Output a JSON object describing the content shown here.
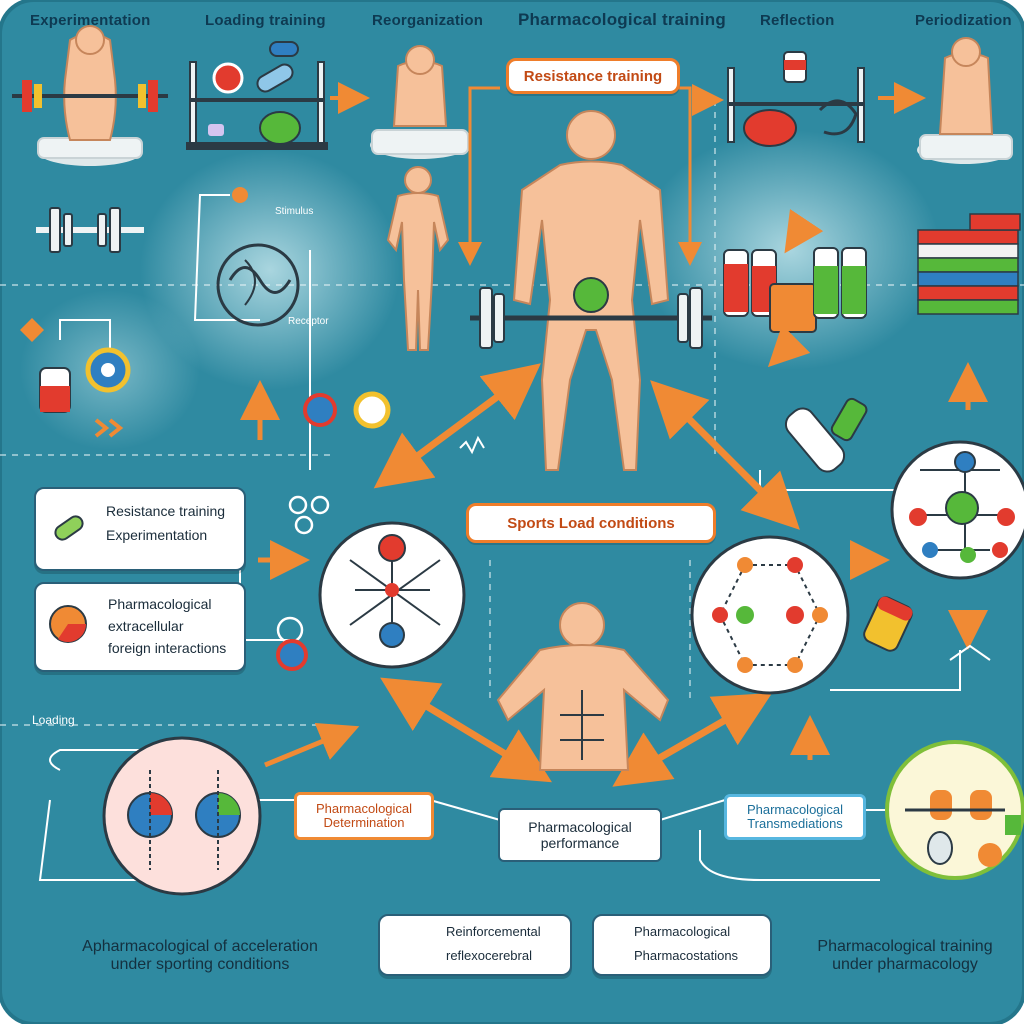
{
  "headers": [
    "Experimentation",
    "Loading training",
    "Reorganization",
    "Pharmacological training",
    "Reflection",
    "Periodization"
  ],
  "pills": {
    "top": "Resistance training",
    "middle": "Sports Load conditions"
  },
  "small_labels": {
    "stimulus": "Stimulus",
    "receptor": "Receptor",
    "loading": "Loading"
  },
  "cards": {
    "card1": {
      "line1": "Resistance training",
      "line2": "Experimentation"
    },
    "card2": {
      "line1": "Pharmacological",
      "line2": "extracellular",
      "line3": "foreign interactions"
    }
  },
  "bottom_tags": {
    "left_tag": {
      "line1": "Pharmacological",
      "line2": "Determination"
    },
    "center_box": {
      "line1": "Pharmacological",
      "line2": "performance"
    },
    "right_tag": {
      "line1": "Pharmacological",
      "line2": "Transmediations"
    }
  },
  "legend": {
    "left": {
      "row1": "Reinforcemental",
      "row2": "reflexocerebral"
    },
    "right": {
      "row1": "Pharmacological",
      "row2": "Pharmacostations"
    }
  },
  "captions": {
    "left": {
      "line1": "Apharmacological of acceleration",
      "line2": "under sporting conditions"
    },
    "right": {
      "line1": "Pharmacological training",
      "line2": "under pharmacology"
    }
  },
  "colors": {
    "background": "#2f8aa1",
    "accent": "#f08a34",
    "skin": "#f6c19a",
    "red": "#e23b2e",
    "green": "#56b83a",
    "blue": "#2f7fc1"
  }
}
